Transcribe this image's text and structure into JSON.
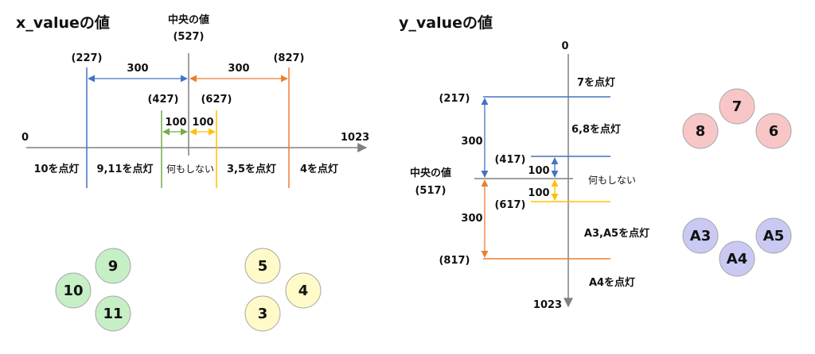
{
  "x_panel": {
    "title": "x_valueの値",
    "center_label": "中央の値",
    "center_value": "(527)",
    "axis_start": "0",
    "axis_end": "1023",
    "v227": "(227)",
    "v827": "(827)",
    "v427": "(427)",
    "v627": "(627)",
    "span_left": "300",
    "span_right": "300",
    "span_inner_left": "100",
    "span_inner_right": "100",
    "zone1": "10を点灯",
    "zone2": "9,11を点灯",
    "zone3": "何もしない",
    "zone4": "3,5を点灯",
    "zone5": "4を点灯"
  },
  "y_panel": {
    "title": "y_valueの値",
    "axis_start": "0",
    "axis_end": "1023",
    "center_label": "中央の値",
    "center_value": "(517)",
    "v217": "(217)",
    "v417": "(417)",
    "v617": "(617)",
    "v817": "(817)",
    "span_top": "300",
    "span_bottom": "300",
    "span_inner_top": "100",
    "span_inner_bottom": "100",
    "zone1": "7を点灯",
    "zone2": "6,8を点灯",
    "zone3": "何もしない",
    "zone4": "A3,A5を点灯",
    "zone5": "A4を点灯"
  },
  "led_groups": {
    "green": [
      "9",
      "10",
      "11"
    ],
    "yellow": [
      "5",
      "4",
      "3"
    ],
    "red": [
      "7",
      "8",
      "6"
    ],
    "purple": [
      "A3",
      "A5",
      "A4"
    ]
  },
  "colors": {
    "axis": "#808080",
    "blue": "#4472c4",
    "orange": "#ed7d31",
    "green": "#70ad47",
    "yellow": "#ffc000",
    "green_fill": "#c6efc6",
    "yellow_fill": "#fffbc8",
    "red_fill": "#f8c6c6",
    "purple_fill": "#c9c9f3"
  }
}
